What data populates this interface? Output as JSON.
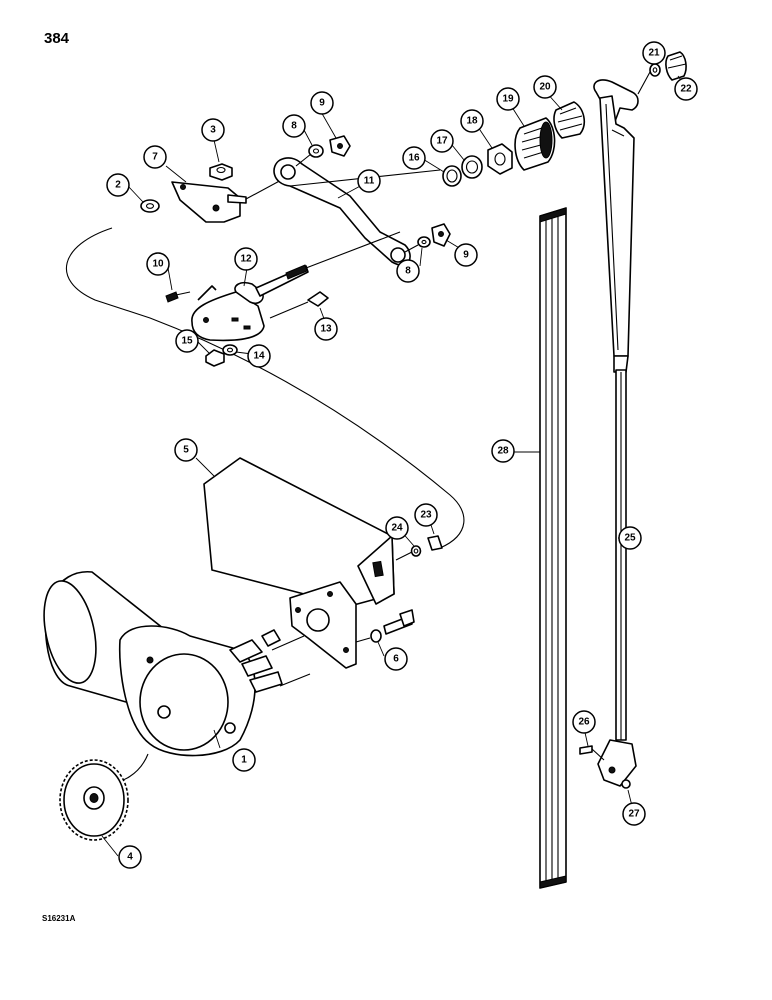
{
  "page_number": "384",
  "figure_code": "S16231A",
  "callouts": [
    "1",
    "2",
    "3",
    "4",
    "5",
    "6",
    "7",
    "8",
    "8",
    "9",
    "9",
    "10",
    "11",
    "12",
    "13",
    "14",
    "15",
    "16",
    "17",
    "18",
    "19",
    "20",
    "21",
    "22",
    "23",
    "24",
    "25",
    "26",
    "27",
    "28"
  ]
}
